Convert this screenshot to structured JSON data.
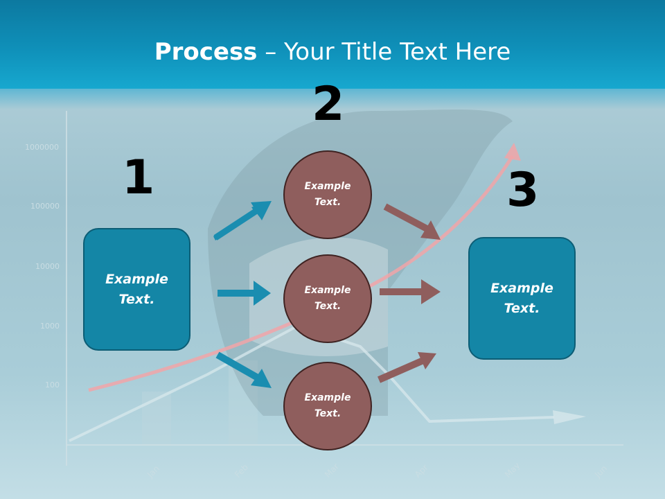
{
  "slide": {
    "title_bold": "Process",
    "title_rest": " – Your Title Text Here",
    "steps": {
      "one": "1",
      "two": "2",
      "three": "3"
    },
    "left_box": "Example Text.",
    "right_box": "Example Text.",
    "circles": [
      "Example Text.",
      "Example Text.",
      "Example Text."
    ]
  },
  "background_chart": {
    "y_ticks": [
      "1000000",
      "100000",
      "10000",
      "1000",
      "100"
    ],
    "months": [
      "Jan",
      "Feb",
      "Mar",
      "Apr",
      "May",
      "Jun"
    ]
  },
  "colors": {
    "header": "#0f90b9",
    "box_fill": "#1486a6",
    "circle_fill": "#8f5e5d",
    "blue_arrow": "#1a8db0",
    "brown_arrow": "#8f5e5d"
  }
}
